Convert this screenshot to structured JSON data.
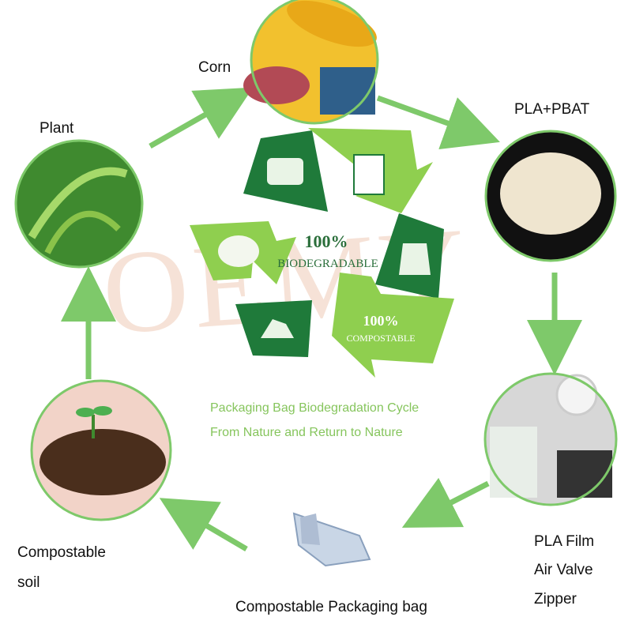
{
  "watermark": "OEMY",
  "labels": {
    "corn": "Corn",
    "plant": "Plant",
    "pla_pbat": "PLA+PBAT",
    "pla_film": "PLA Film",
    "air_valve": "Air Valve",
    "zipper": "Zipper",
    "compostable_line1": "Compostable",
    "compostable_line2": "soil",
    "packaging_bag": "Compostable Packaging bag"
  },
  "center": {
    "line1": "100%",
    "line2": "BIODEGRADABLE",
    "line3": "100%",
    "line4": "COMPOSTABLE"
  },
  "caption": {
    "line1": "Packaging Bag Biodegradation Cycle",
    "line2": "From Nature and Return to Nature"
  },
  "colors": {
    "arrow_green": "#7ec96a",
    "dark_green": "#1f7a3a",
    "light_green": "#8fcf4f",
    "caption_green": "#86c55d"
  }
}
